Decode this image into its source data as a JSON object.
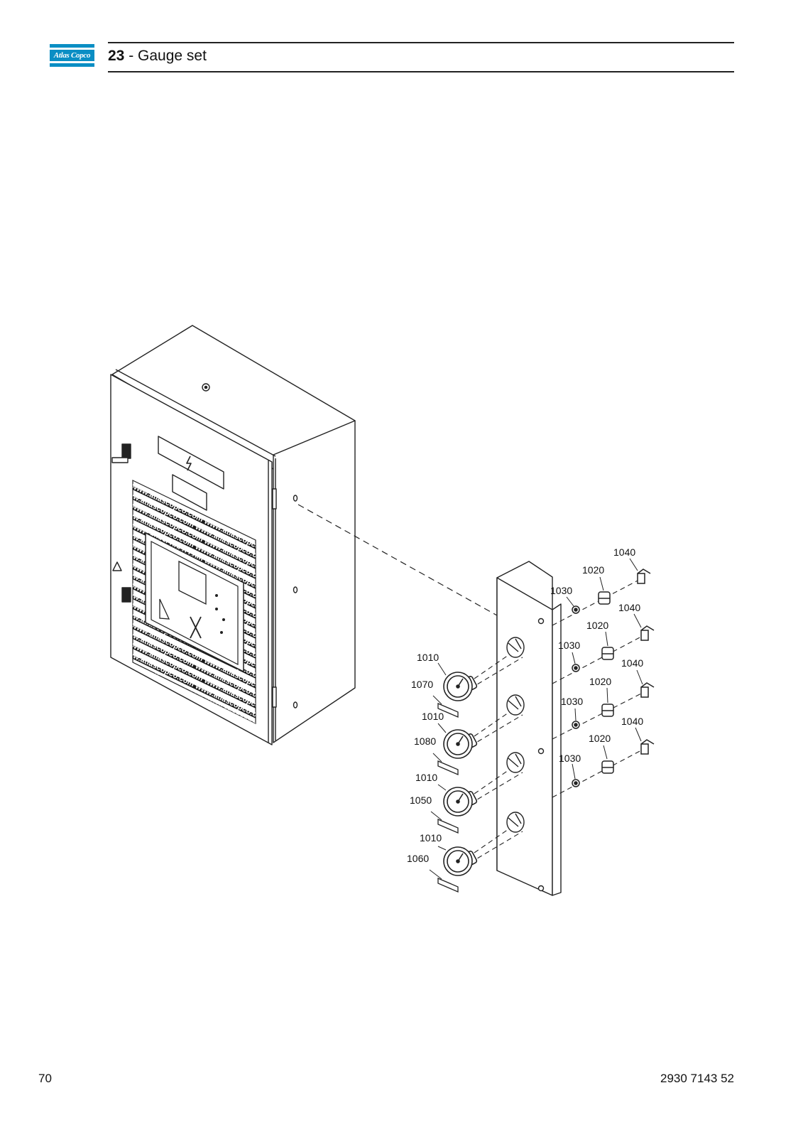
{
  "header": {
    "logo_text": "Atlas Copco",
    "section_number": "23",
    "separator": " - ",
    "section_title": "Gauge set"
  },
  "footer": {
    "page_number": "70",
    "document_number": "2930 7143 52"
  },
  "diagram": {
    "cabinet_watermark": "www.atlascopco.com",
    "callouts": {
      "c1040a": "1040",
      "c1020a": "1020",
      "c1030a": "1030",
      "c1040b": "1040",
      "c1020b": "1020",
      "c1030b": "1030",
      "c1040c": "1040",
      "c1020c": "1020",
      "c1030c": "1030",
      "c1040d": "1040",
      "c1020d": "1020",
      "c1030d": "1030",
      "c1010a": "1010",
      "c1070": "1070",
      "c1010b": "1010",
      "c1080": "1080",
      "c1010c": "1010",
      "c1050": "1050",
      "c1010d": "1010",
      "c1060": "1060"
    }
  }
}
